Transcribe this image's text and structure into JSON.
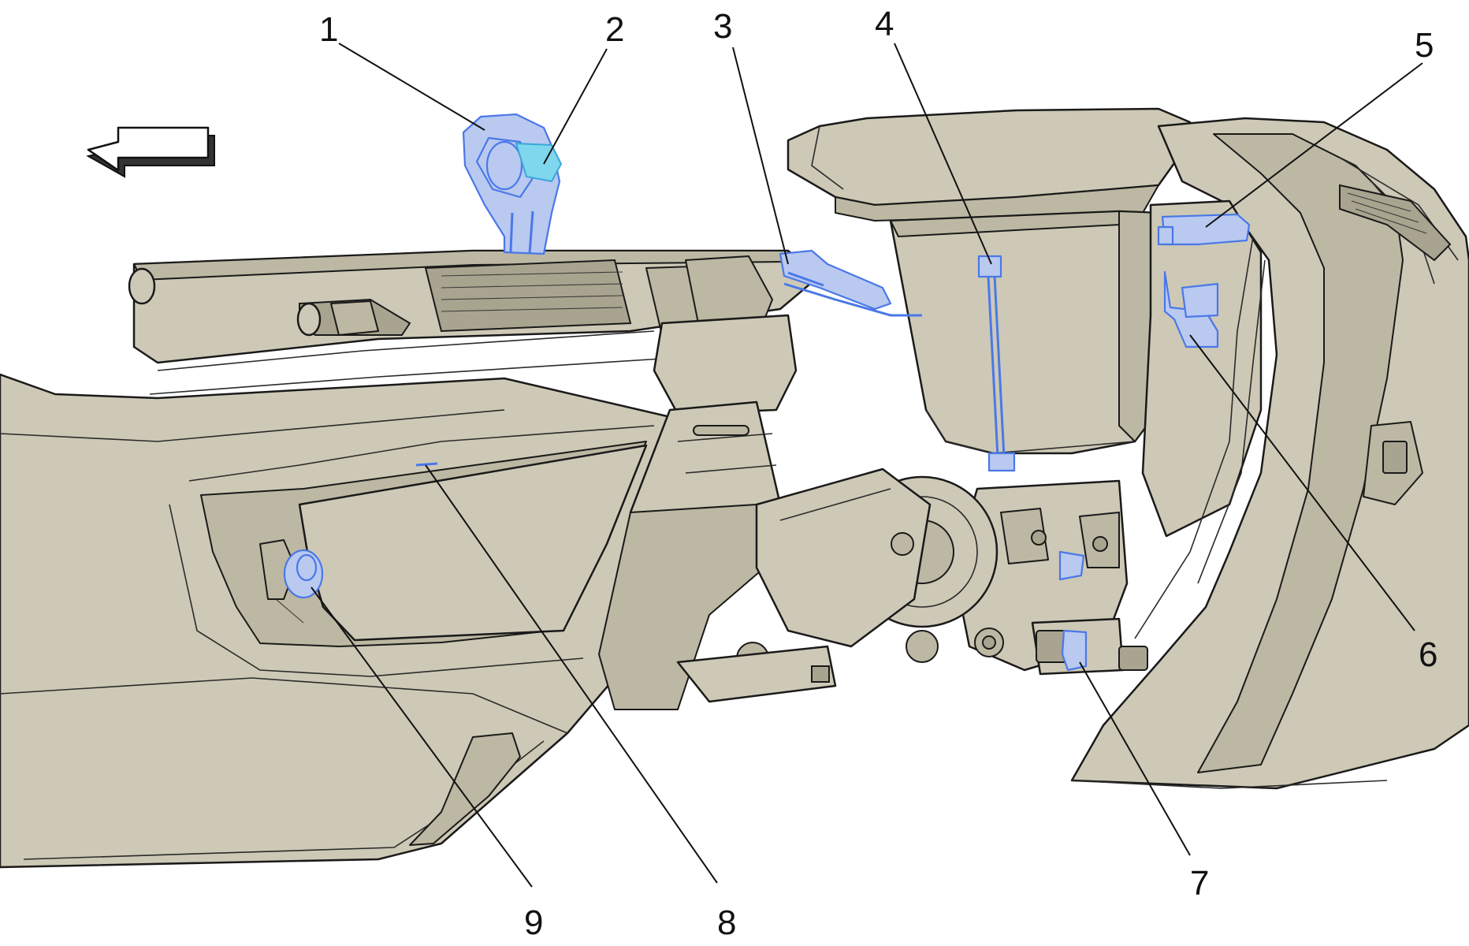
{
  "diagram": {
    "callouts": [
      "1",
      "2",
      "3",
      "4",
      "5",
      "6",
      "7",
      "8",
      "9"
    ],
    "direction_arrow": "arrow-left-icon",
    "colors": {
      "body": "#cdc9b6",
      "outline": "#1a1a1a",
      "highlight": "#4a78e8",
      "highlight_fill": "#b9c9f0",
      "light_blue": "#7fd7ee"
    }
  }
}
